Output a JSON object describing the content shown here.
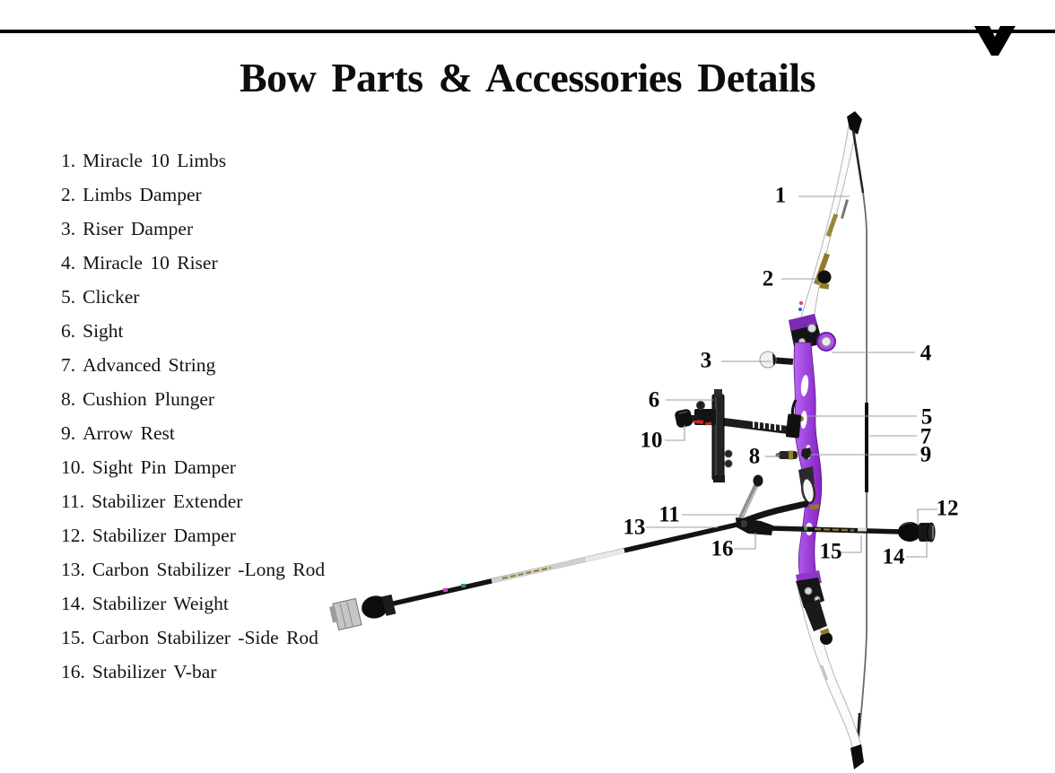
{
  "page": {
    "title": "Bow Parts & Accessories Details"
  },
  "header": {
    "logo_icon": "v-chevron-icon"
  },
  "parts_list": [
    {
      "num": "1",
      "label": "Miracle 10 Limbs"
    },
    {
      "num": "2",
      "label": "Limbs Damper"
    },
    {
      "num": "3",
      "label": "Riser Damper"
    },
    {
      "num": "4",
      "label": "Miracle 10 Riser"
    },
    {
      "num": "5",
      "label": "Clicker"
    },
    {
      "num": "6",
      "label": "Sight"
    },
    {
      "num": "7",
      "label": "Advanced String"
    },
    {
      "num": "8",
      "label": "Cushion Plunger"
    },
    {
      "num": "9",
      "label": "Arrow Rest"
    },
    {
      "num": "10",
      "label": "Sight Pin Damper"
    },
    {
      "num": "11",
      "label": "Stabilizer Extender"
    },
    {
      "num": "12",
      "label": "Stabilizer Damper"
    },
    {
      "num": "13",
      "label": "Carbon Stabilizer -Long Rod"
    },
    {
      "num": "14",
      "label": "Stabilizer Weight"
    },
    {
      "num": "15",
      "label": "Carbon Stabilizer -Side Rod"
    },
    {
      "num": "16",
      "label": "Stabilizer V-bar"
    }
  ],
  "diagram": {
    "description": "Recurve bow with purple riser, white limbs, sight, plunger and full stabilizer set, annotated with numbered callouts 1-16",
    "colors": {
      "riser_purple_light": "#b768f0",
      "riser_purple_dark": "#8322c0",
      "limb_white": "#fbfbfb",
      "accessory_black": "#141414",
      "gold_accent": "#8f7c25",
      "red_accent": "#c62828",
      "leader_gray": "#9e9e9e"
    }
  }
}
